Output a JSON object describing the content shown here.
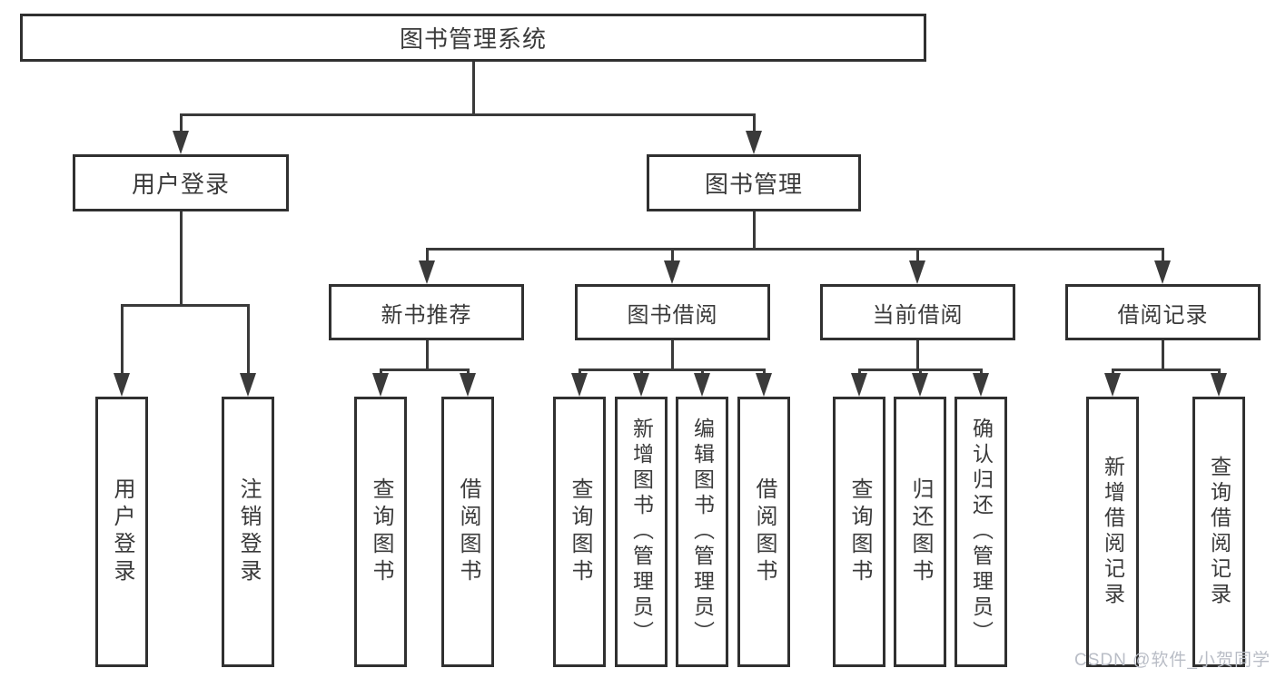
{
  "colors": {
    "line": "#3a3a3a",
    "box_border": "#303030",
    "box_fill": "#ffffff",
    "background": "#ffffff",
    "watermark": "#b9bdc6"
  },
  "watermark": {
    "text": "CSDN @软件_小贺同学"
  },
  "tree": {
    "root": {
      "label": "图书管理系统"
    },
    "login": {
      "label": "用户登录",
      "children": [
        {
          "label": "用户登录"
        },
        {
          "label": "注销登录"
        }
      ]
    },
    "management": {
      "label": "图书管理",
      "sections": [
        {
          "label": "新书推荐",
          "children": [
            {
              "label": "查询图书"
            },
            {
              "label": "借阅图书"
            }
          ]
        },
        {
          "label": "图书借阅",
          "children": [
            {
              "label": "查询图书"
            },
            {
              "label": "新增图书（管理员）"
            },
            {
              "label": "编辑图书（管理员）"
            },
            {
              "label": "借阅图书"
            }
          ]
        },
        {
          "label": "当前借阅",
          "children": [
            {
              "label": "查询图书"
            },
            {
              "label": "归还图书"
            },
            {
              "label": "确认归还（管理员）"
            }
          ]
        },
        {
          "label": "借阅记录",
          "children": [
            {
              "label": "新增借阅记录"
            },
            {
              "label": "查询借阅记录"
            }
          ]
        }
      ]
    }
  }
}
